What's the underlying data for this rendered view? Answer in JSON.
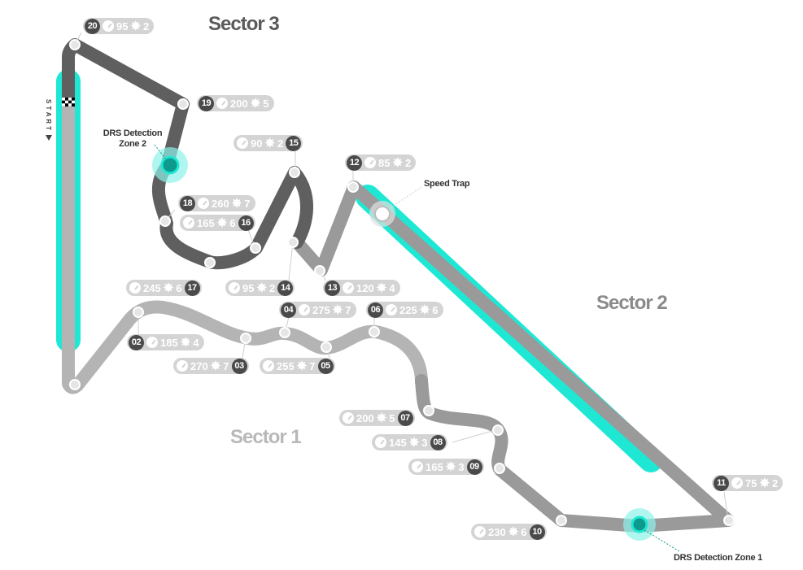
{
  "title": "Circuit Map",
  "colors": {
    "sector1": "#b4b4b4",
    "sector2": "#9a9a9a",
    "sector3": "#5f5f5f",
    "drs": "#1ee8d4",
    "drs_point": "#0d9a8c",
    "pill_bg": "#d4d4d4",
    "badge": "#4a4a4a"
  },
  "sectors": [
    {
      "label": "Sector 1",
      "color": "#b8b8b8"
    },
    {
      "label": "Sector 2",
      "color": "#8a8a8a"
    },
    {
      "label": "Sector 3",
      "color": "#5a5a5a"
    }
  ],
  "start_label": "START",
  "annotations": {
    "drs_zone_1": "DRS Detection Zone 1",
    "drs_zone_2_line1": "DRS Detection",
    "drs_zone_2_line2": "Zone 2",
    "speed_trap": "Speed Trap"
  },
  "corners": [
    {
      "number": "02",
      "speed": "185",
      "gear": "4"
    },
    {
      "number": "03",
      "speed": "270",
      "gear": "7"
    },
    {
      "number": "04",
      "speed": "275",
      "gear": "7"
    },
    {
      "number": "05",
      "speed": "255",
      "gear": "7"
    },
    {
      "number": "06",
      "speed": "225",
      "gear": "6"
    },
    {
      "number": "07",
      "speed": "200",
      "gear": "5"
    },
    {
      "number": "08",
      "speed": "145",
      "gear": "3"
    },
    {
      "number": "09",
      "speed": "165",
      "gear": "3"
    },
    {
      "number": "10",
      "speed": "230",
      "gear": "6"
    },
    {
      "number": "11",
      "speed": "75",
      "gear": "2"
    },
    {
      "number": "12",
      "speed": "85",
      "gear": "2"
    },
    {
      "number": "13",
      "speed": "120",
      "gear": "4"
    },
    {
      "number": "14",
      "speed": "95",
      "gear": "2"
    },
    {
      "number": "15",
      "speed": "90",
      "gear": "2"
    },
    {
      "number": "16",
      "speed": "165",
      "gear": "6"
    },
    {
      "number": "17",
      "speed": "245",
      "gear": "6"
    },
    {
      "number": "18",
      "speed": "260",
      "gear": "7"
    },
    {
      "number": "19",
      "speed": "200",
      "gear": "5"
    },
    {
      "number": "20",
      "speed": "95",
      "gear": "2"
    }
  ]
}
